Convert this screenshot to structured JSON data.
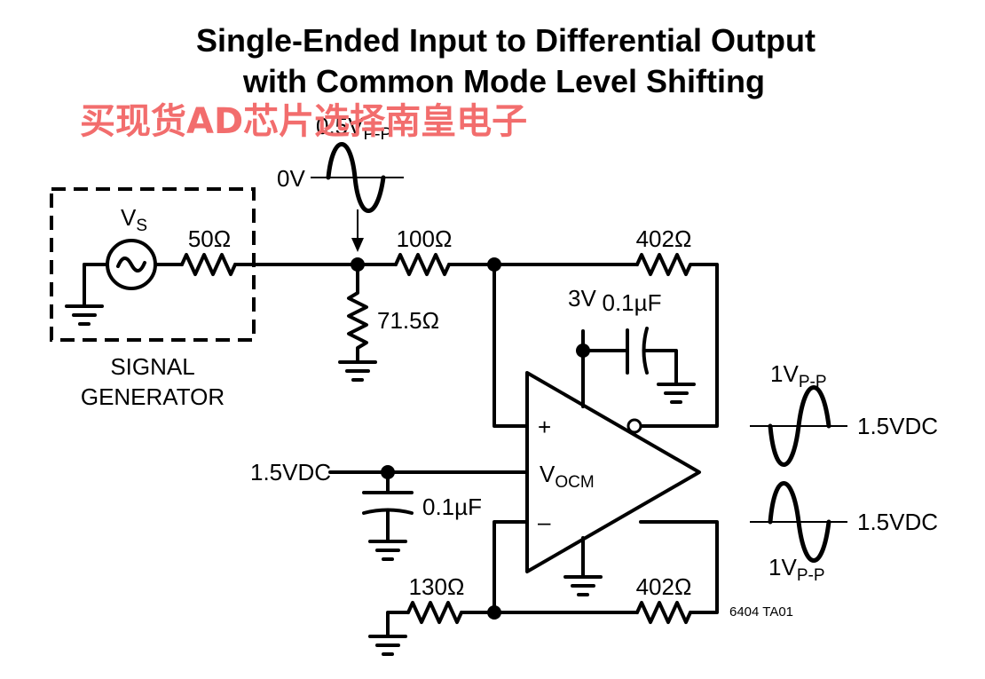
{
  "title": {
    "line1": "Single-Ended Input to Differential Output",
    "line2": "with Common Mode Level Shifting"
  },
  "watermark": "买现货AD芯片选择南皇电子",
  "input_signal": {
    "amplitude_main": "0.5V",
    "amplitude_sub": "P-P",
    "baseline": "0V"
  },
  "signal_generator": {
    "source_main": "V",
    "source_sub": "S",
    "source_resistor": "50Ω",
    "label_line1": "SIGNAL",
    "label_line2": "GENERATOR"
  },
  "components": {
    "r_input": "100Ω",
    "r_term": "71.5Ω",
    "r_fb_top": "402Ω",
    "r_fb_bottom": "402Ω",
    "r_gnd": "130Ω",
    "supply": "3V",
    "c_supply": "0.1µF",
    "c_vocm": "0.1µF",
    "vocm_in": "1.5VDC"
  },
  "amplifier": {
    "plus": "+",
    "minus": "–",
    "vocm_main": "V",
    "vocm_sub": "OCM"
  },
  "outputs": {
    "top_amp_main": "1V",
    "top_amp_sub": "P-P",
    "top_dc": "1.5VDC",
    "bottom_amp_main": "1V",
    "bottom_amp_sub": "P-P",
    "bottom_dc": "1.5VDC"
  },
  "figure_id": "6404 TA01"
}
